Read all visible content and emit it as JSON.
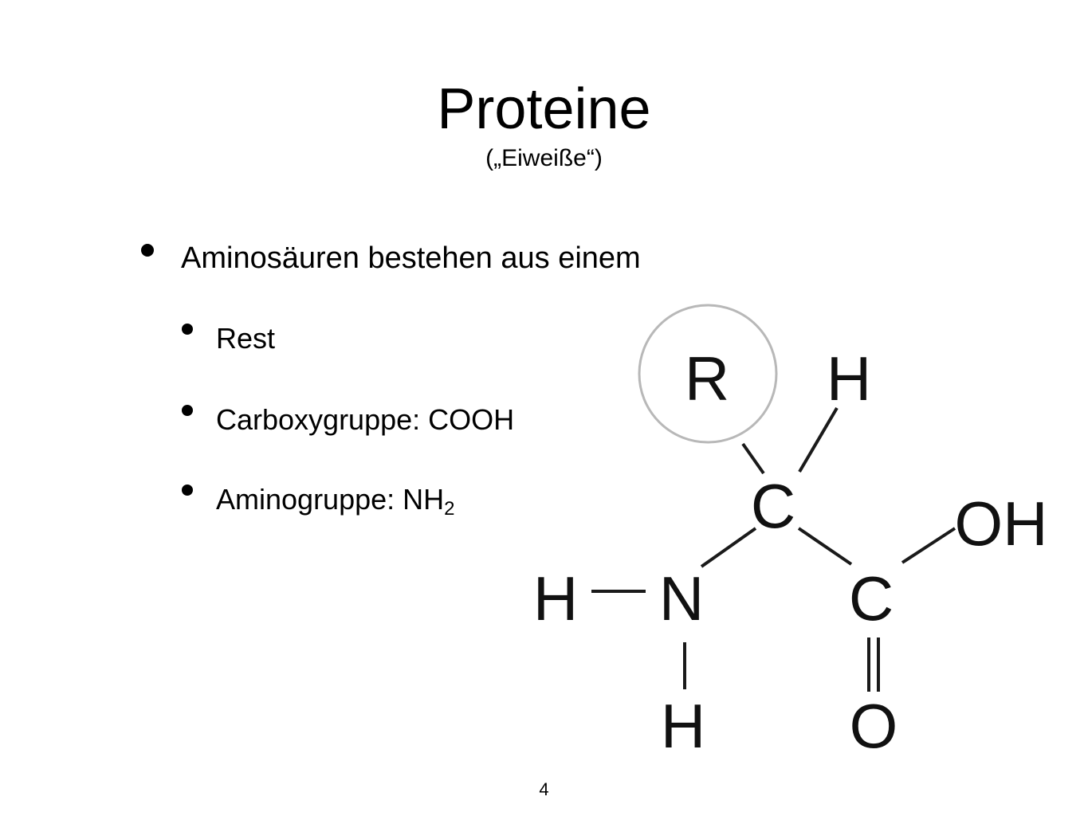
{
  "slide": {
    "title": "Proteine",
    "subtitle": "(„Eiweiße“)",
    "page_number": "4"
  },
  "bullets": {
    "main": "Aminosäuren bestehen aus einem",
    "items": [
      {
        "text": "Rest"
      },
      {
        "text": "Carboxygruppe: COOH"
      },
      {
        "text": "Aminogruppe: NH",
        "subscript": "2"
      }
    ]
  },
  "molecule": {
    "atoms": {
      "r": "R",
      "h_top": "H",
      "c_alpha": "C",
      "oh": "OH",
      "h_left": "H",
      "n": "N",
      "c_carboxyl": "C",
      "h_bottom": "H",
      "o": "O"
    }
  }
}
